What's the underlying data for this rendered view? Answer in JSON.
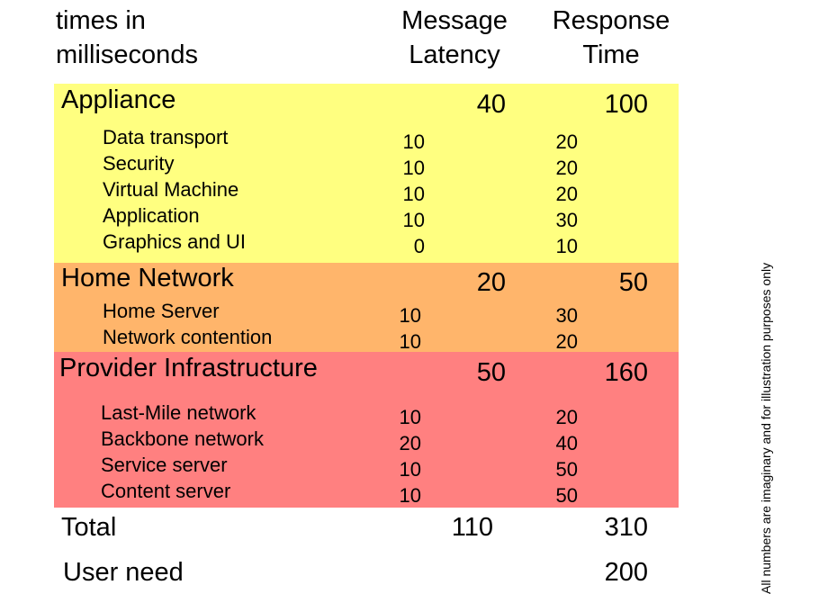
{
  "header": {
    "label": "times in\nmilliseconds",
    "col_latency": "Message\nLatency",
    "col_response": "Response\nTime"
  },
  "note": "All numbers are imaginary and for illustration purposes only",
  "colors": {
    "appliance": "#ffff80",
    "home_network": "#ffb56b",
    "provider": "#ff8080"
  },
  "chart_data": {
    "type": "table",
    "columns": [
      "Message Latency",
      "Response Time"
    ],
    "groups": [
      {
        "name": "Appliance",
        "latency": "40",
        "response": "100",
        "items": [
          {
            "name": "Data transport",
            "latency": "10",
            "response": "20"
          },
          {
            "name": "Security",
            "latency": "10",
            "response": "20"
          },
          {
            "name": "Virtual Machine",
            "latency": "10",
            "response": "20"
          },
          {
            "name": "Application",
            "latency": "10",
            "response": "30"
          },
          {
            "name": "Graphics and UI",
            "latency": "0",
            "response": "10"
          }
        ]
      },
      {
        "name": "Home Network",
        "latency": "20",
        "response": "50",
        "items": [
          {
            "name": "Home Server",
            "latency": "10",
            "response": "30"
          },
          {
            "name": "Network contention",
            "latency": "10",
            "response": "20"
          }
        ]
      },
      {
        "name": "Provider Infrastructure",
        "latency": "50",
        "response": "160",
        "items": [
          {
            "name": "Last-Mile network",
            "latency": "10",
            "response": "20"
          },
          {
            "name": "Backbone network",
            "latency": "20",
            "response": "40"
          },
          {
            "name": "Service server",
            "latency": "10",
            "response": "50"
          },
          {
            "name": "Content server",
            "latency": "10",
            "response": "50"
          }
        ]
      }
    ],
    "total": {
      "label": "Total",
      "latency": "110",
      "response": "310"
    },
    "user_need": {
      "label": "User need",
      "response": "200"
    }
  }
}
